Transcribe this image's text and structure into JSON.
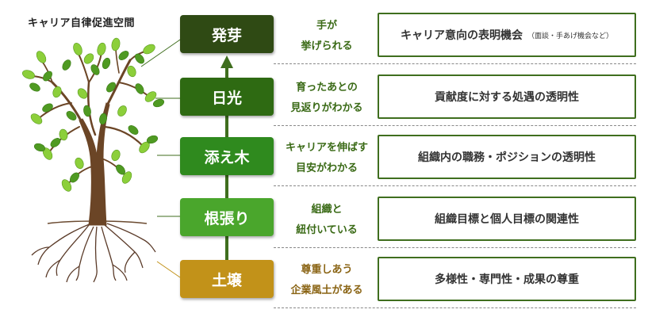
{
  "title": "キャリア自律促進空間",
  "stages": [
    {
      "label": "発芽",
      "color": "#2f4a14",
      "condition": [
        "手が",
        "挙げられる"
      ],
      "factor": "キャリア意向の表明機会",
      "factor_note": "（面談・手あげ機会など）"
    },
    {
      "label": "日光",
      "color": "#2e6a12",
      "condition": [
        "育ったあとの",
        "見返りがわかる"
      ],
      "factor": "貢献度に対する処遇の透明性",
      "factor_note": ""
    },
    {
      "label": "添え木",
      "color": "#2f8a1e",
      "condition": [
        "キャリアを伸ばす",
        "目安がわかる"
      ],
      "factor": "組織内の職務・ポジションの透明性",
      "factor_note": ""
    },
    {
      "label": "根張り",
      "color": "#4aa62c",
      "condition": [
        "組織と",
        "紐付いている"
      ],
      "factor": "組織目標と個人目標の関連性",
      "factor_note": ""
    },
    {
      "label": "土壌",
      "color": "#c29219",
      "condition": [
        "尊重しあう",
        "企業風土がある"
      ],
      "factor": "多様性・専門性・成果の尊重",
      "factor_note": ""
    }
  ]
}
